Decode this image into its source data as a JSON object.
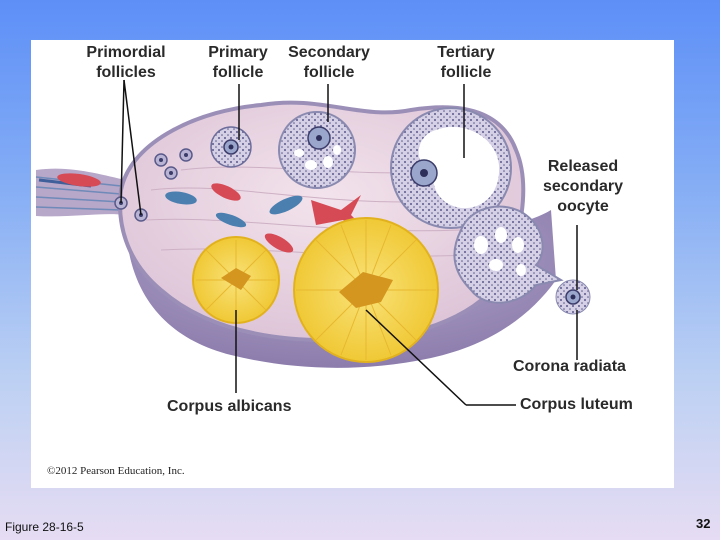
{
  "labels": {
    "primordial": [
      "Primordial",
      "follicles"
    ],
    "primary": [
      "Primary",
      "follicle"
    ],
    "secondary": [
      "Secondary",
      "follicle"
    ],
    "tertiary": [
      "Tertiary",
      "follicle"
    ],
    "released": [
      "Released",
      "secondary",
      "oocyte"
    ],
    "corona": "Corona radiata",
    "albicans": "Corpus albicans",
    "luteum": "Corpus luteum"
  },
  "copyright": "©2012 Pearson Education, Inc.",
  "footer": {
    "figure": "Figure 28-16-5",
    "page": "32"
  },
  "colors": {
    "ovary": "#e9d6e2",
    "ovary_edge": "#9b8fb8",
    "follicle": "#c9c4dc",
    "corpus": "#f4d448",
    "vessel_red": "#d64a55",
    "vessel_blue": "#4a7fb0"
  }
}
